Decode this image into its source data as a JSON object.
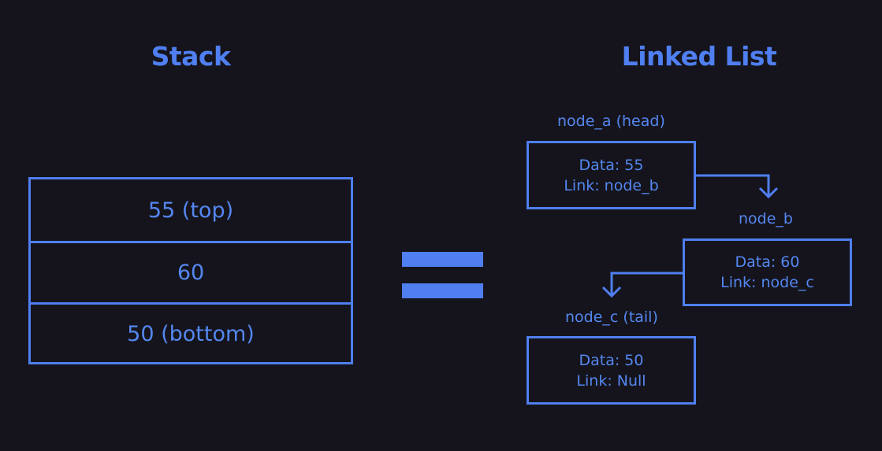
{
  "titles": {
    "stack": "Stack",
    "linked_list": "Linked List"
  },
  "stack": {
    "cells": [
      "55 (top)",
      "60",
      "50 (bottom)"
    ]
  },
  "equals_symbol": "=",
  "linked_list": {
    "nodes": [
      {
        "name": "node_a (head)",
        "data": "Data: 55",
        "link": "Link: node_b"
      },
      {
        "name": "node_b",
        "data": "Data: 60",
        "link": "Link: node_c"
      },
      {
        "name": "node_c (tail)",
        "data": "Data: 50",
        "link": "Link: Null"
      }
    ]
  },
  "colors": {
    "background": "#15141c",
    "accent": "#4f7ff0",
    "text": "#5487f0"
  }
}
